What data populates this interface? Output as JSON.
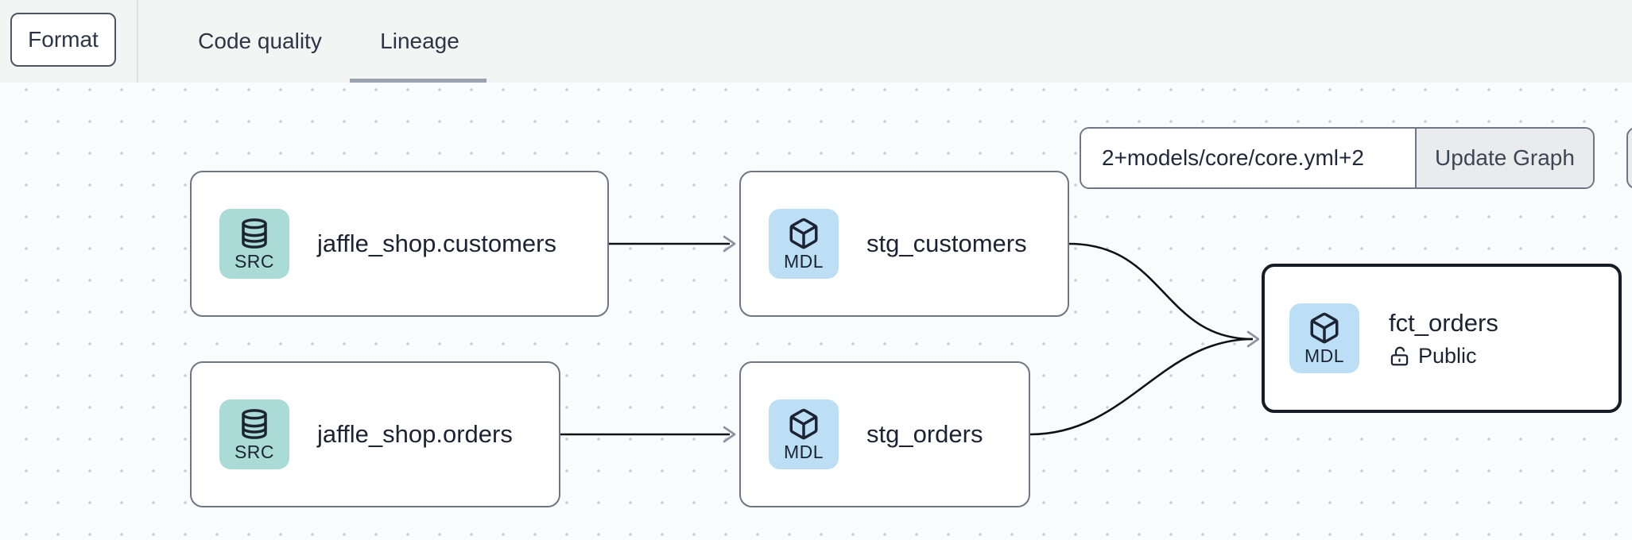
{
  "header": {
    "format_button": "Format",
    "tabs": [
      {
        "label": "Code quality",
        "active": false
      },
      {
        "label": "Lineage",
        "active": true
      }
    ]
  },
  "lineage_controls": {
    "selector_input_value": "2+models/core/core.yml+2",
    "update_graph_button": "Update Graph"
  },
  "graph": {
    "nodes": [
      {
        "title": "jaffle_shop.customers",
        "badge": "SRC",
        "kind": "source",
        "selected": false
      },
      {
        "title": "stg_customers",
        "badge": "MDL",
        "kind": "model",
        "selected": false
      },
      {
        "title": "jaffle_shop.orders",
        "badge": "SRC",
        "kind": "source",
        "selected": false
      },
      {
        "title": "stg_orders",
        "badge": "MDL",
        "kind": "model",
        "selected": false
      },
      {
        "title": "fct_orders",
        "badge": "MDL",
        "kind": "model",
        "access_label": "Public",
        "selected": true
      }
    ],
    "edges": [
      {
        "from": "jaffle_shop.customers",
        "to": "stg_customers"
      },
      {
        "from": "jaffle_shop.orders",
        "to": "stg_orders"
      },
      {
        "from": "stg_customers",
        "to": "fct_orders"
      },
      {
        "from": "stg_orders",
        "to": "fct_orders"
      }
    ]
  },
  "colors": {
    "source_badge_bg": "#abdbd6",
    "model_badge_bg": "#bcdff6",
    "node_border": "#6e7683",
    "selected_node_border": "#171d26",
    "edge_line": "#0e1116",
    "arrowhead": "#8b93a1",
    "header_bg": "#f3f4f4",
    "canvas_bg": "#fafbfc",
    "active_tab_underline": "#9aa2ae",
    "text_dark": "#1c2433"
  }
}
